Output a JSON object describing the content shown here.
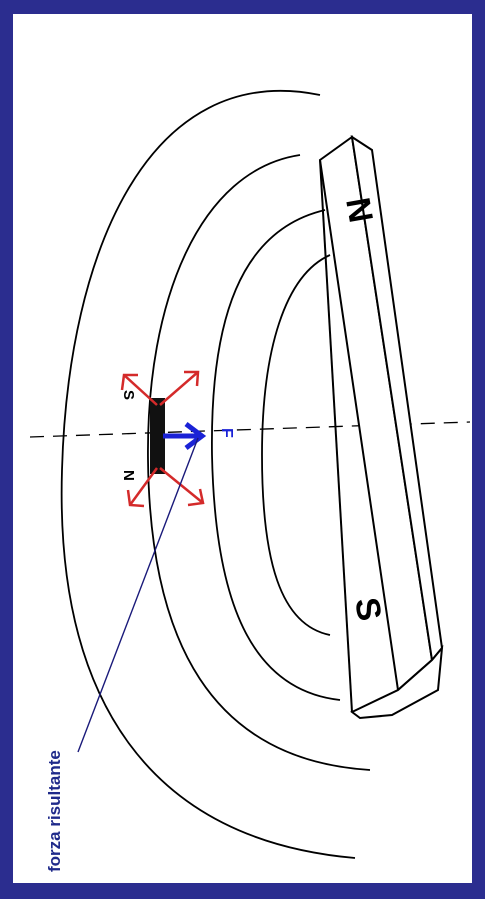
{
  "labels": {
    "magnet_north": "N",
    "magnet_south": "S",
    "needle_north": "N",
    "needle_south": "S",
    "force": "F",
    "resultant": "forza risultante"
  },
  "colors": {
    "border": "#2b2d8f",
    "field_lines": "#000000",
    "force_arrow": "#1a22d6",
    "component_arrows": "#d42a2a",
    "pointer_line": "#1a1a7a"
  }
}
